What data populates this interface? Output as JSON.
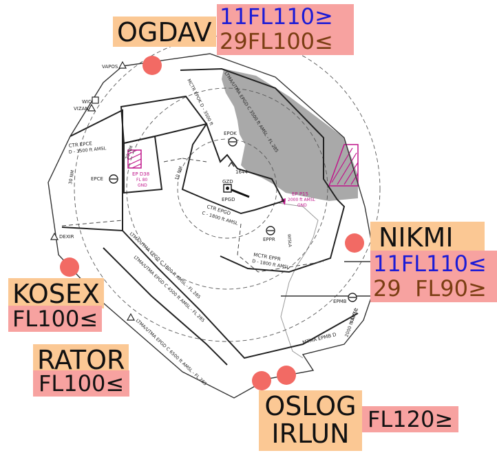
{
  "waypoints_callouts": {
    "ogdav": {
      "name": "OGDAV",
      "alt1": "11FL110≥",
      "alt2": "29FL100≤"
    },
    "nikmi": {
      "name": "NIKMI",
      "alt1": "11FL110≤",
      "alt2": "29  FL90≥"
    },
    "kosex": {
      "name": "KOSEX",
      "alt1": "FL100≤"
    },
    "rator": {
      "name": "RATOR",
      "alt1": "FL100≤"
    },
    "oslog": {
      "name": "OSLOG"
    },
    "irlun": {
      "name": "IRLUN"
    },
    "oslog_irlun_alt": "FL120≥"
  },
  "chart_labels": {
    "vapos": "VAPOS",
    "wic": "WIC",
    "vizan": "VIZAN",
    "dexir": "DEXIR",
    "epok": "EPOK",
    "epce": "EPCE",
    "epgd": "EPGD",
    "gzd": "GZD",
    "eppr": "EPPR",
    "epmb": "EPMB",
    "elev": "1644",
    "ctr_epce": "CTR EPCE",
    "ctr_epce_limits": "D - 3500 ft AMSL",
    "mctr_epok": "MCTR EPOK D - 3500 ft",
    "ltma_c3500": "LTMA/UTMA EPGD C 3500 ft AMSL - FL 285",
    "ctr_epgd": "CTR EPGD",
    "ctr_epgd_limits": "C - 1800 ft AMSL",
    "mctr_eppr": "MCTR EPPR",
    "mctr_eppr_limits": "D - 1800 ft AMSL",
    "ltma_c1800": "LTMA/UTMA EPGD C 1800 ft AMSL - FL 285",
    "ltma_c4500": "LTMA/UTMA EPGD C 4500 ft AMSL - FL 285",
    "ltma_c6500": "LTMA/UTMA EPGD C 6500 ft AMSL - FL 285",
    "ltma_c4500_e": "4500 ft",
    "ltma_c2000_e": "2000 ft AMSL",
    "mtma_epmb": "MTMA EPMB D",
    "wisla": "WISŁA",
    "ep_d38": "EP D38",
    "ep_d38_upper": "FL 80",
    "ep_d38_lower": "GND",
    "ep_p15": "EP P15",
    "ep_p15_upper": "2000 ft AMSL",
    "ep_p15_lower": "GND",
    "nm10": "10 NM",
    "nm20": "20 NM",
    "nm30": "30 NM"
  },
  "colors": {
    "waypoint_marker": "#f26a64",
    "name_box": "#fbc894",
    "alt_box": "#f7a2a0",
    "restricted": "#c0158a",
    "land": "#a9a9a9"
  }
}
